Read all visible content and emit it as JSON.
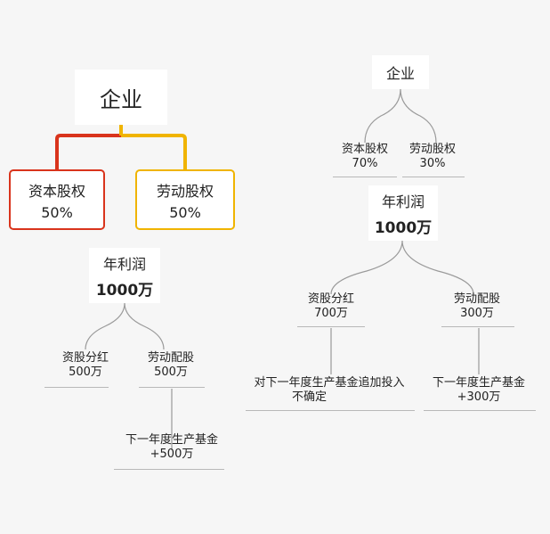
{
  "left": {
    "root": {
      "label": "企业"
    },
    "capital": {
      "label": "资本股权",
      "pct": "50%"
    },
    "labor": {
      "label": "劳动股权",
      "pct": "50%"
    },
    "profit": {
      "label": "年利润",
      "amount": "1000万"
    },
    "dividend": {
      "label": "资股分红",
      "amount": "500万"
    },
    "labor_share": {
      "label": "劳动配股",
      "amount": "500万"
    },
    "fund": {
      "label": "下一年度生产基金",
      "amount": "+500万"
    }
  },
  "right": {
    "root": {
      "label": "企业"
    },
    "capital": {
      "label": "资本股权",
      "pct": "70%"
    },
    "labor": {
      "label": "劳动股权",
      "pct": "30%"
    },
    "profit": {
      "label": "年利润",
      "amount": "1000万"
    },
    "dividend": {
      "label": "资股分红",
      "amount": "700万"
    },
    "labor_share": {
      "label": "劳动配股",
      "amount": "300万"
    },
    "invest": {
      "label": "对下一年度生产基金追加投入",
      "amount": "不确定"
    },
    "fund": {
      "label": "下一年度生产基金",
      "amount": "+300万"
    }
  },
  "colors": {
    "capital": "#d9341c",
    "labor": "#f0b400",
    "connector": "#9a9a9a"
  }
}
